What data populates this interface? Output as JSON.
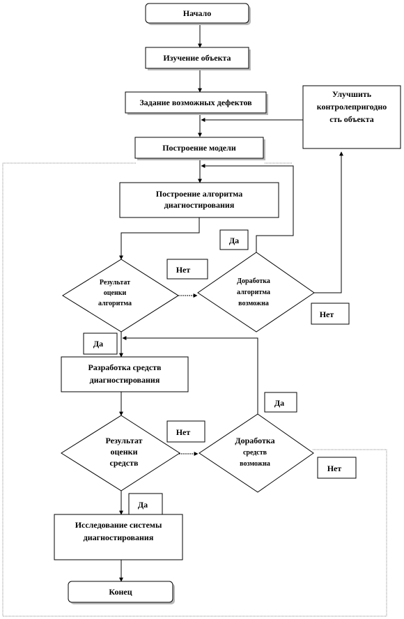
{
  "nodes": {
    "start": "Начало",
    "study": "Изучение объекта",
    "defects": "Задание возможных дефектов",
    "model": "Построение модели",
    "improve": [
      "Улучшить",
      "контролепригодно",
      "сть объекта"
    ],
    "algo": [
      "Построение алгоритма",
      "диагностирования"
    ],
    "algo_result": [
      "Результат",
      "оценки",
      "алгоритма"
    ],
    "algo_fix": [
      "Доработка",
      "алгоритма",
      "возможна"
    ],
    "means": [
      "Разработка средств",
      "диагностирования"
    ],
    "means_result": [
      "Результат",
      "оценки",
      "средств"
    ],
    "means_fix": [
      "Доработка",
      "средств",
      "возможна"
    ],
    "research": [
      "Исследование системы",
      "диагностирования"
    ],
    "end": "Конец"
  },
  "labels": {
    "yes_algo_fix": "Да",
    "no_algo_result": "Нет",
    "no_algo_fix": "Нет",
    "yes_algo_result": "Да",
    "yes_means_fix": "Да",
    "no_means_result": "Нет",
    "no_means_fix": "Нет",
    "yes_means_result": "Да"
  }
}
